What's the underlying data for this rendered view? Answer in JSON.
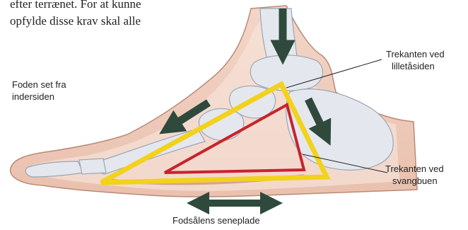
{
  "body_text": {
    "line1": "efter terrænet. For at kunne",
    "line2": "opfylde disse krav skal alle"
  },
  "diagram": {
    "foot_view": {
      "line1": "Foden set fra",
      "line2": "indersiden"
    },
    "lateral_triangle": {
      "line1": "Trekanten ved",
      "line2": "lilletåsiden",
      "color": "#f2d21c"
    },
    "arch_triangle": {
      "line1": "Trekanten ved",
      "line2": "svangbuen",
      "color": "#c8232c"
    },
    "plantar_fascia": "Fodsålens seneplade",
    "arrow_color": "#2f4a3c",
    "skin_color": "#f0cfc1"
  }
}
